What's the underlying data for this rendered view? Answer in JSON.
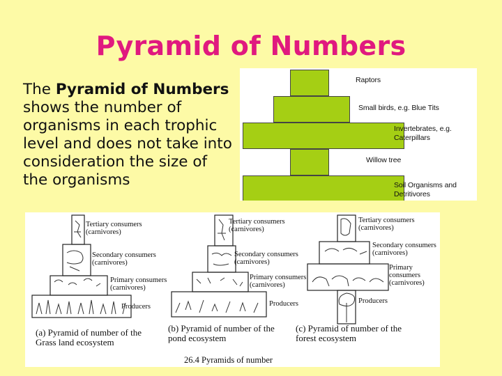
{
  "slide": {
    "title": "Pyramid of Numbers",
    "body_prefix": "The ",
    "body_bold": "Pyramid of Numbers",
    "body_rest": " shows the number of organisms in each trophic level and does not take into consideration the size of the organisms"
  },
  "green_pyramid": {
    "labels": [
      "Raptors",
      "Small birds, e.g. Blue Tits",
      "Invertebrates, e.g. Caterpillars",
      "Willow tree",
      "Soil Organisms and Detritivores"
    ],
    "bar_color": "#a5cf14"
  },
  "figure": {
    "panel_a": {
      "levels": [
        "Tertiary consumers (carnivores)",
        "Secondary consumers (carnivores)",
        "Primary consumers (carnivores)",
        "Producers"
      ],
      "caption": "(a) Pyramid of number of the Grass land ecosystem"
    },
    "panel_b": {
      "levels": [
        "Tertiary consumers (carnivores)",
        "Secondary consumers (carnivores)",
        "Primary consumers (carnivores)",
        "Producers"
      ],
      "caption": "(b) Pyramid of number of the pond ecosystem"
    },
    "panel_c": {
      "levels": [
        "Tertiary consumers (carnivores)",
        "Secondary consumers (carnivores)",
        "Primary consumers (carnivores)",
        "Producers"
      ],
      "caption": "(c) Pyramid of number of the forest ecosystem"
    },
    "figure_title": "26.4 Pyramids of number"
  }
}
